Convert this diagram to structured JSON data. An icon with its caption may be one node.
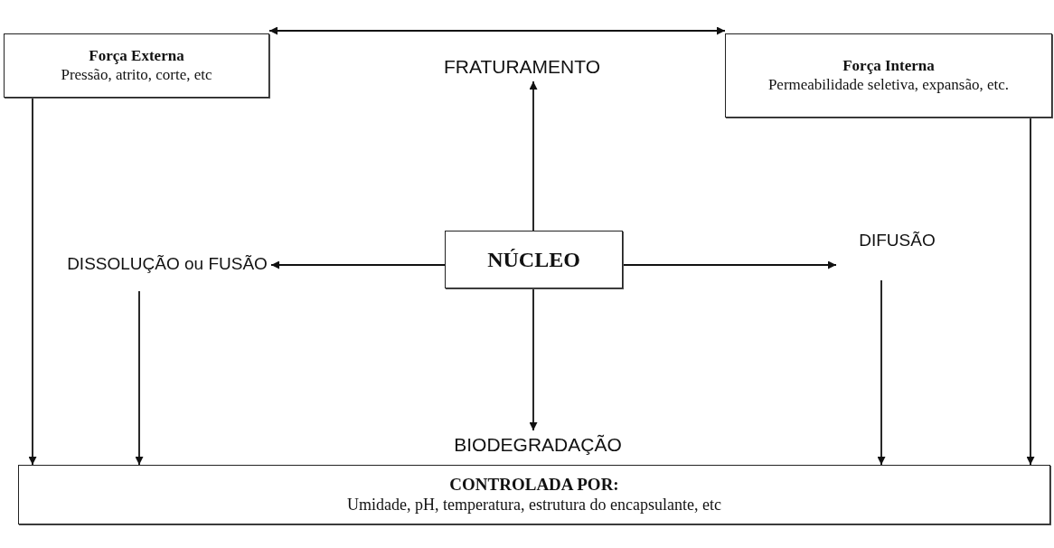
{
  "diagram": {
    "nodes": [
      {
        "text": [
          "Força Externa",
          "Pressão, atrito, corte, etc"
        ]
      },
      {
        "text": [
          "FRATURAMENTO"
        ]
      },
      {
        "text": [
          "Força Interna",
          "Permeabilidade seletiva, expansão, etc."
        ]
      },
      {
        "text": [
          "NÚCLEO"
        ]
      },
      {
        "text": [
          "DISSOLUÇÃO ou FUSÃO"
        ]
      },
      {
        "text": [
          "DIFUSÃO"
        ]
      },
      {
        "text": [
          "BIODEGRADAÇÃO"
        ]
      },
      {
        "text": [
          "CONTROLADA POR:",
          "Umidade, pH, temperatura, estrutura do encapsulante, etc"
        ]
      }
    ],
    "edges": [
      {
        "from": 0,
        "to": 2,
        "arrow": "both"
      },
      {
        "from": 3,
        "to": 1,
        "arrow": "to"
      },
      {
        "from": 3,
        "to": 4,
        "arrow": "to"
      },
      {
        "from": 3,
        "to": 5,
        "arrow": "to"
      },
      {
        "from": 3,
        "to": 6,
        "arrow": "to"
      },
      {
        "from": 0,
        "to": 7,
        "arrow": "to"
      },
      {
        "from": 4,
        "to": 7,
        "arrow": "to"
      },
      {
        "from": 5,
        "to": 7,
        "arrow": "to"
      },
      {
        "from": 2,
        "to": 7,
        "arrow": "to"
      }
    ]
  }
}
